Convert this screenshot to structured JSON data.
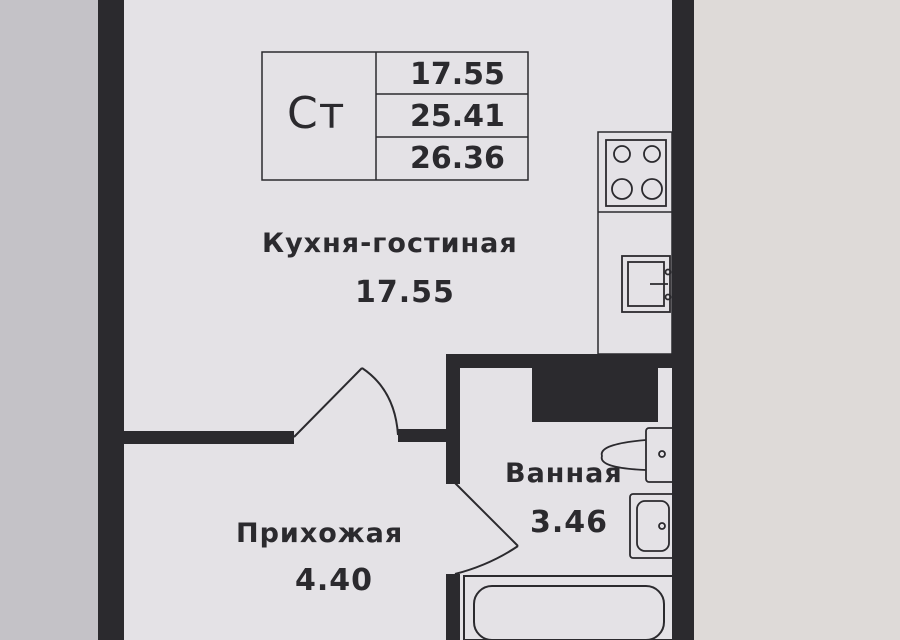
{
  "apartment": {
    "type_code": "Ст",
    "areas": [
      "17.55",
      "25.41",
      "26.36"
    ]
  },
  "rooms": {
    "kitchen_living": {
      "name": "Кухня-гостиная",
      "area": "17.55"
    },
    "bathroom": {
      "name": "Ванная",
      "area": "3.46"
    },
    "hallway": {
      "name": "Прихожая",
      "area": "4.40"
    }
  },
  "colors": {
    "wall": "#2b2a2e",
    "paper": "#e6e4e8",
    "shadow_left": "#bfbdc2",
    "background_right": "#dcd8d6"
  }
}
